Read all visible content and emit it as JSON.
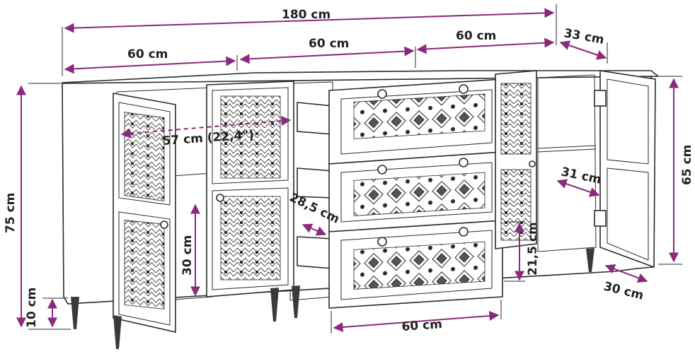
{
  "accent_color": "#8a2a7a",
  "ink_color": "#2a2a2a",
  "dimensions": {
    "total_width": "180 cm",
    "section_left": "60 cm",
    "section_middle": "60 cm",
    "section_right": "60 cm",
    "depth_top": "33 cm",
    "height_total": "75 cm",
    "height_body": "65 cm",
    "legs": "10 cm",
    "shelf_gap": "30 cm",
    "inner_width": "57 cm (22,4\")",
    "drawer_depth": "28,5 cm",
    "drawer_width": "60 cm",
    "drawer_height": "21,5 cm",
    "shelf_depth": "31 cm",
    "door_depth": "30 cm"
  }
}
